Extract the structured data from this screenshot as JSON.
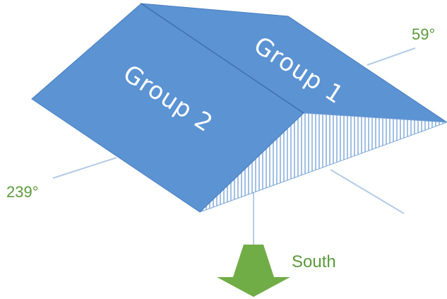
{
  "roof": {
    "group1_label": "Group 1",
    "group2_label": "Group 2"
  },
  "azimuths": {
    "group1": "59°",
    "group2": "239°"
  },
  "direction": {
    "label": "South"
  },
  "colors": {
    "roof_fill": "#5b93d3",
    "roof_edge": "#3f72ad",
    "gable_stripe": "#7aa6d8",
    "axis_line": "#b5cbe6",
    "arrow_fill": "#71ad47",
    "label_green": "#5b9a3a"
  }
}
